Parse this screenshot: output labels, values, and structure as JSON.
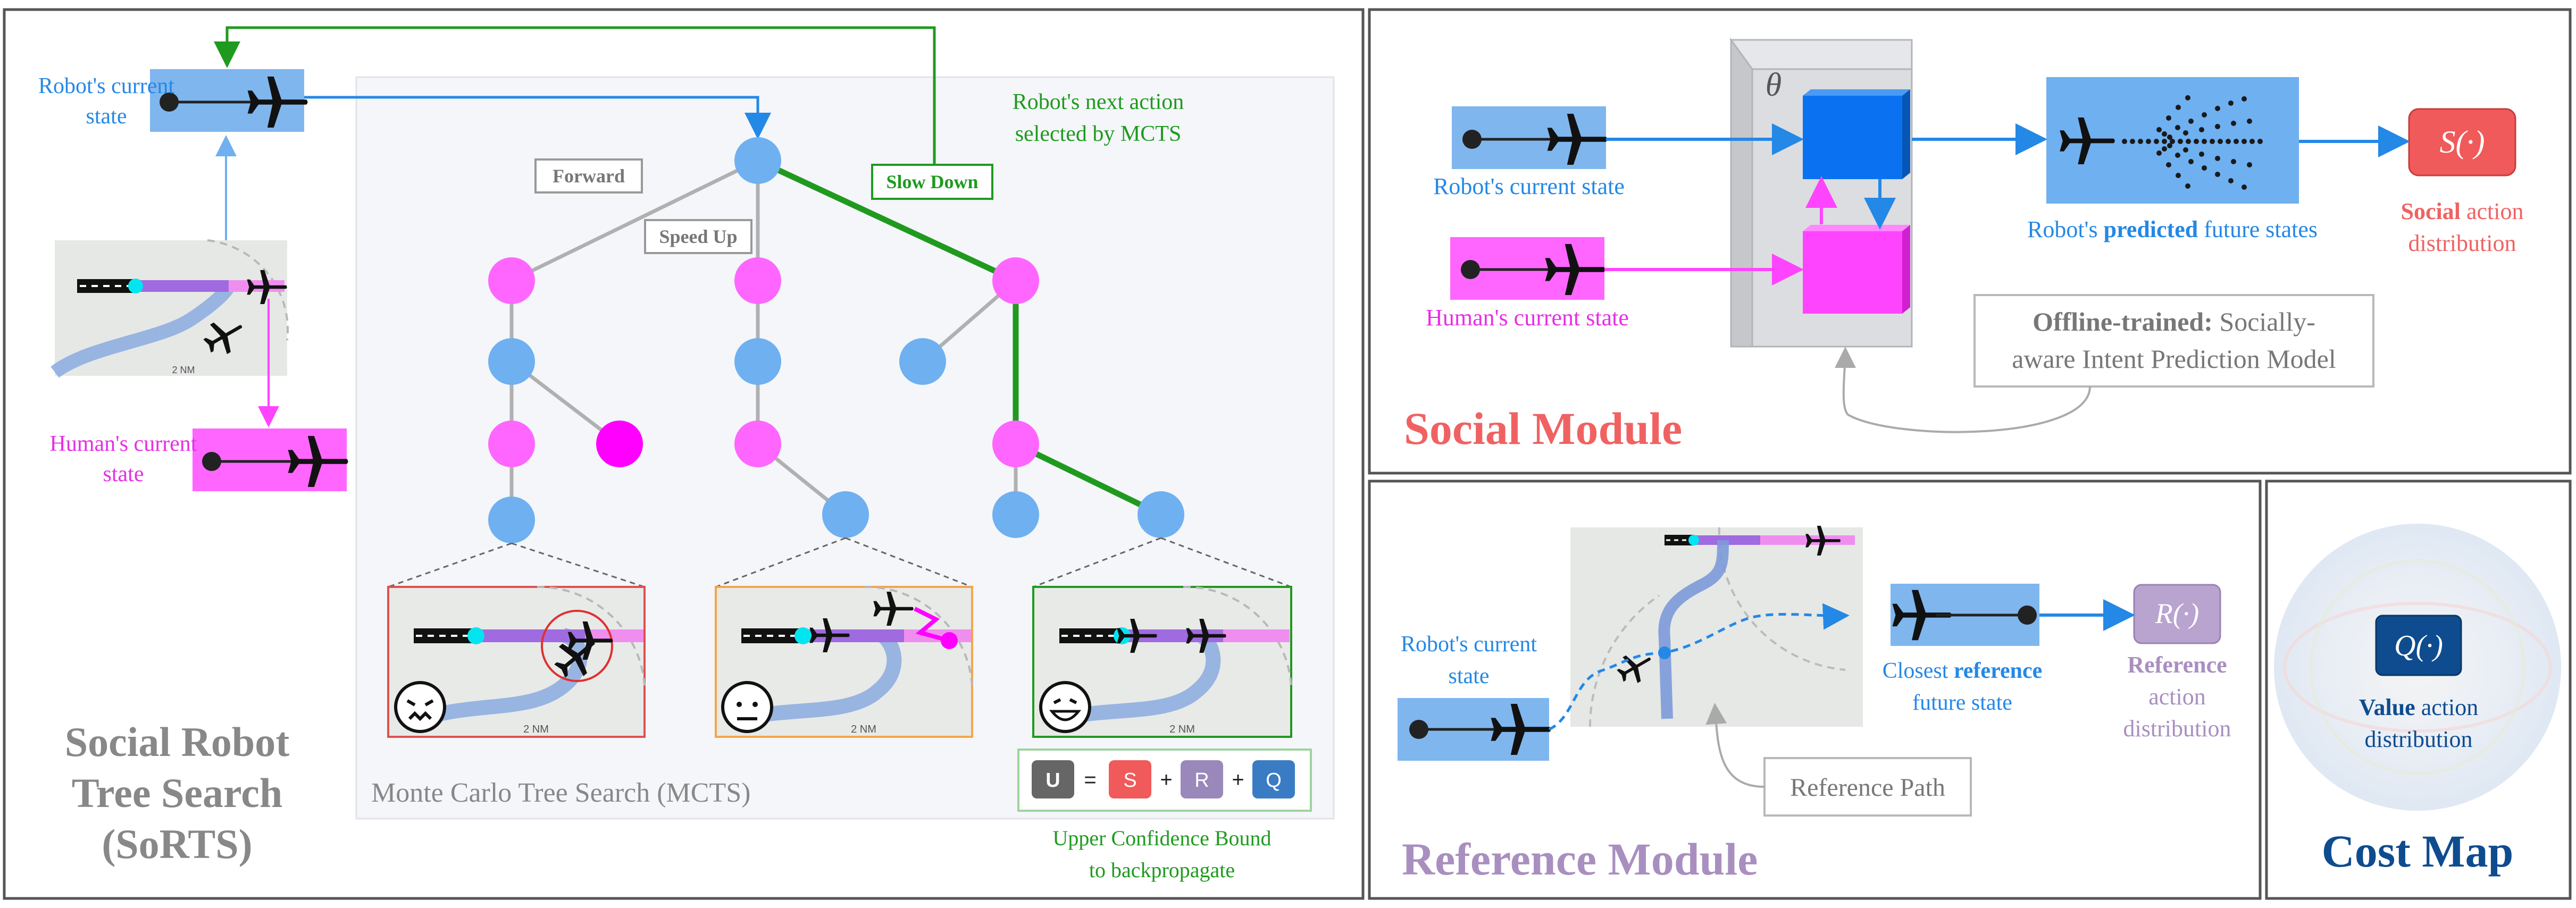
{
  "colors": {
    "robot_blue": "#6fb0f0",
    "robot_box": "#7fb6ee",
    "human_magenta": "#ff44ff",
    "human_box": "#ff66ff",
    "edge_gray": "#b0b0b0",
    "selected_green": "#1f9a1f",
    "green_text": "#1f9a1f",
    "blue_text": "#2488e6",
    "magenta_text": "#e62ee6",
    "social_red": "#f06262",
    "reference_purple": "#a98fc0",
    "cost_blue": "#0e4c8f",
    "gray_text": "#7a7a7a"
  },
  "sorts": {
    "robot_state_label": "Robot's current state",
    "human_state_label": "Human's current state",
    "mcts_label": "Monte Carlo Tree Search (MCTS)",
    "next_action_label": "Robot's next action selected by MCTS",
    "actions": {
      "forward": "Forward",
      "speed_up": "Speed Up",
      "slow_down": "Slow Down"
    },
    "title_lines": [
      "Social Robot",
      "Tree Search",
      "(SoRTS)"
    ],
    "ucb_label": "Upper Confidence Bound to backpropagate",
    "formula": {
      "u": "U",
      "eq": "=",
      "s": "S",
      "plus": "+",
      "r": "R",
      "q": "Q"
    },
    "map_scale": "2 NM"
  },
  "social": {
    "robot_state_label": "Robot's current state",
    "human_state_label": "Human's current state",
    "theta": "θ",
    "predicted_prefix": "Robot's ",
    "predicted_bold": "predicted",
    "predicted_suffix": " future states",
    "offline_bold": "Offline-trained:",
    "offline_rest": " Socially-",
    "offline_line2": "aware Intent Prediction Model",
    "s_func": "S(·)",
    "s_label_bold": "Social",
    "s_label_rest": " action",
    "s_label_line2": "distribution",
    "title": "Social Module"
  },
  "reference": {
    "robot_state_label": "Robot's current state",
    "closest_prefix": "Closest ",
    "closest_bold": "reference",
    "closest_line2": "future state",
    "r_func": "R(·)",
    "r_label_bold": "Reference",
    "r_label_line2": "action",
    "r_label_line3": "distribution",
    "path_label": "Reference Path",
    "title": "Reference Module"
  },
  "cost": {
    "q_func": "Q(·)",
    "q_label_bold": "Value",
    "q_label_rest": " action",
    "q_label_line2": "distribution",
    "title": "Cost Map"
  }
}
